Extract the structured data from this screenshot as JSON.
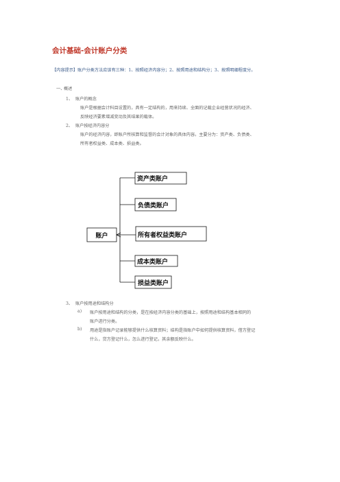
{
  "document": {
    "title": "会计基础-会计账户分类",
    "tip": "【内容提示】账户分类方法应该有三种：1、按照经济内容分；2、按照用途和结构分；3、按照明细程度分。",
    "sections": [
      {
        "num": "一、",
        "text": "概述"
      },
      {
        "num": "1、",
        "text": "账户的概念"
      },
      {
        "num": "",
        "text": "账户是根据会计科目设置的，具有一定结构的，用来持续、全面的记载企业经营状况的经济、"
      },
      {
        "num": "",
        "text": "反映经济要素增减变动及其结果的载体。"
      },
      {
        "num": "2、",
        "text": "账户按经济内容分"
      },
      {
        "num": "",
        "text": "账户的经济内容，即账户所核算和监督的会计对象的具体内容。主要分为：资产类、负债类、"
      },
      {
        "num": "",
        "text": "所有者权益类、成本类、损益类。"
      },
      {
        "num": "3、",
        "text": "账户按用途和结构分"
      },
      {
        "num": "a)",
        "text": "账户按用途和结构的分类，是在按经济内容分类的基础上，按照用途和结构基本相同的"
      },
      {
        "num": "",
        "text": "账户进行分类。"
      },
      {
        "num": "b)",
        "text": "用途是指账户记录能够提供什么核算资料；结构是指账户中如何提供核算资料，借方登记"
      },
      {
        "num": "",
        "text": "什么，贷方登记什么，怎么进行登记，其余额反映什么。"
      }
    ]
  },
  "diagram": {
    "root": "账户",
    "children": [
      "资产类账户",
      "负债类账户",
      "所有者权益类账户",
      "成本类账户",
      "损益类账户"
    ]
  }
}
